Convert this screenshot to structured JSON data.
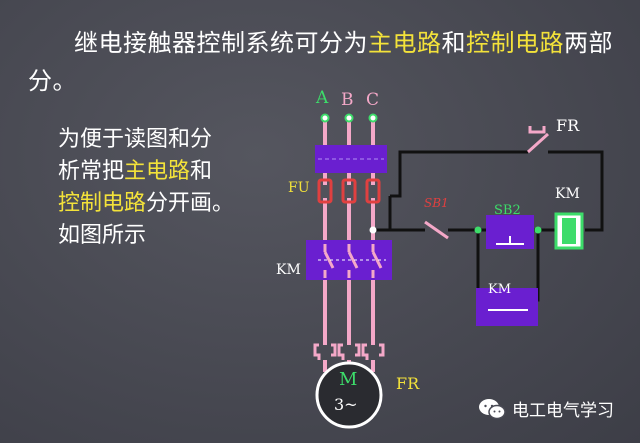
{
  "title": {
    "part1": "继电接触器控制系统可分为",
    "hl1": "主电路",
    "part2": "和",
    "hl2": "控制电路",
    "part3": "两部分。"
  },
  "left_text": {
    "line1": "为便于读图和分",
    "line2a": "析常把",
    "line2_hl": "主电路",
    "line2b": "和",
    "line3_hl": "控制电路",
    "line3b": "分开画。",
    "line4": "如图所示"
  },
  "diagram": {
    "phase_a": "A",
    "phase_b": "B",
    "phase_c": "C",
    "fu": "FU",
    "km_main": "KM",
    "motor_m": "M",
    "motor_phase": "3~",
    "fr_bottom": "FR",
    "fr_top": "FR",
    "sb1": "SB1",
    "sb2": "SB2",
    "km_coil": "KM",
    "km_aux": "KM"
  },
  "colors": {
    "green": "#3ddc6a",
    "pink": "#f4a8c8",
    "purple": "#6a1fd0",
    "red_fuse": "#e04040",
    "yellow": "#f3e23a",
    "wire": "#111111"
  },
  "watermark": {
    "text": "电工电气学习",
    "icon": "wechat-icon"
  }
}
